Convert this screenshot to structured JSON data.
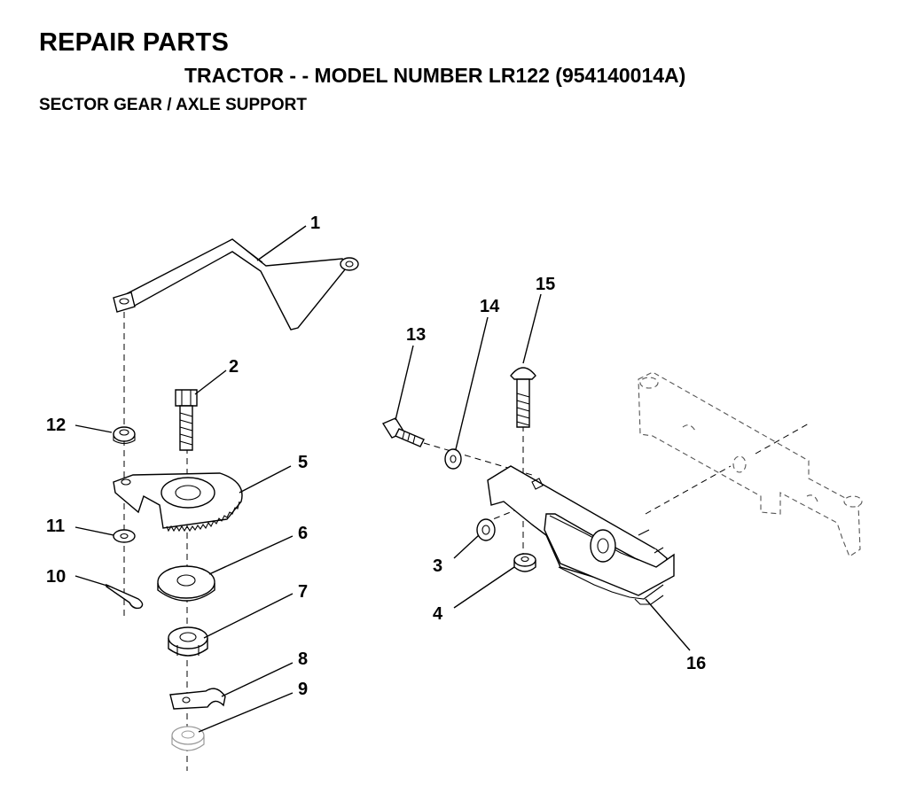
{
  "header": {
    "title": "REPAIR PARTS",
    "subtitle": "TRACTOR - - MODEL NUMBER LR122 (954140014A)",
    "section": "SECTOR GEAR / AXLE SUPPORT"
  },
  "callouts": [
    "1",
    "2",
    "3",
    "4",
    "5",
    "6",
    "7",
    "8",
    "9",
    "10",
    "11",
    "12",
    "13",
    "14",
    "15",
    "16"
  ]
}
